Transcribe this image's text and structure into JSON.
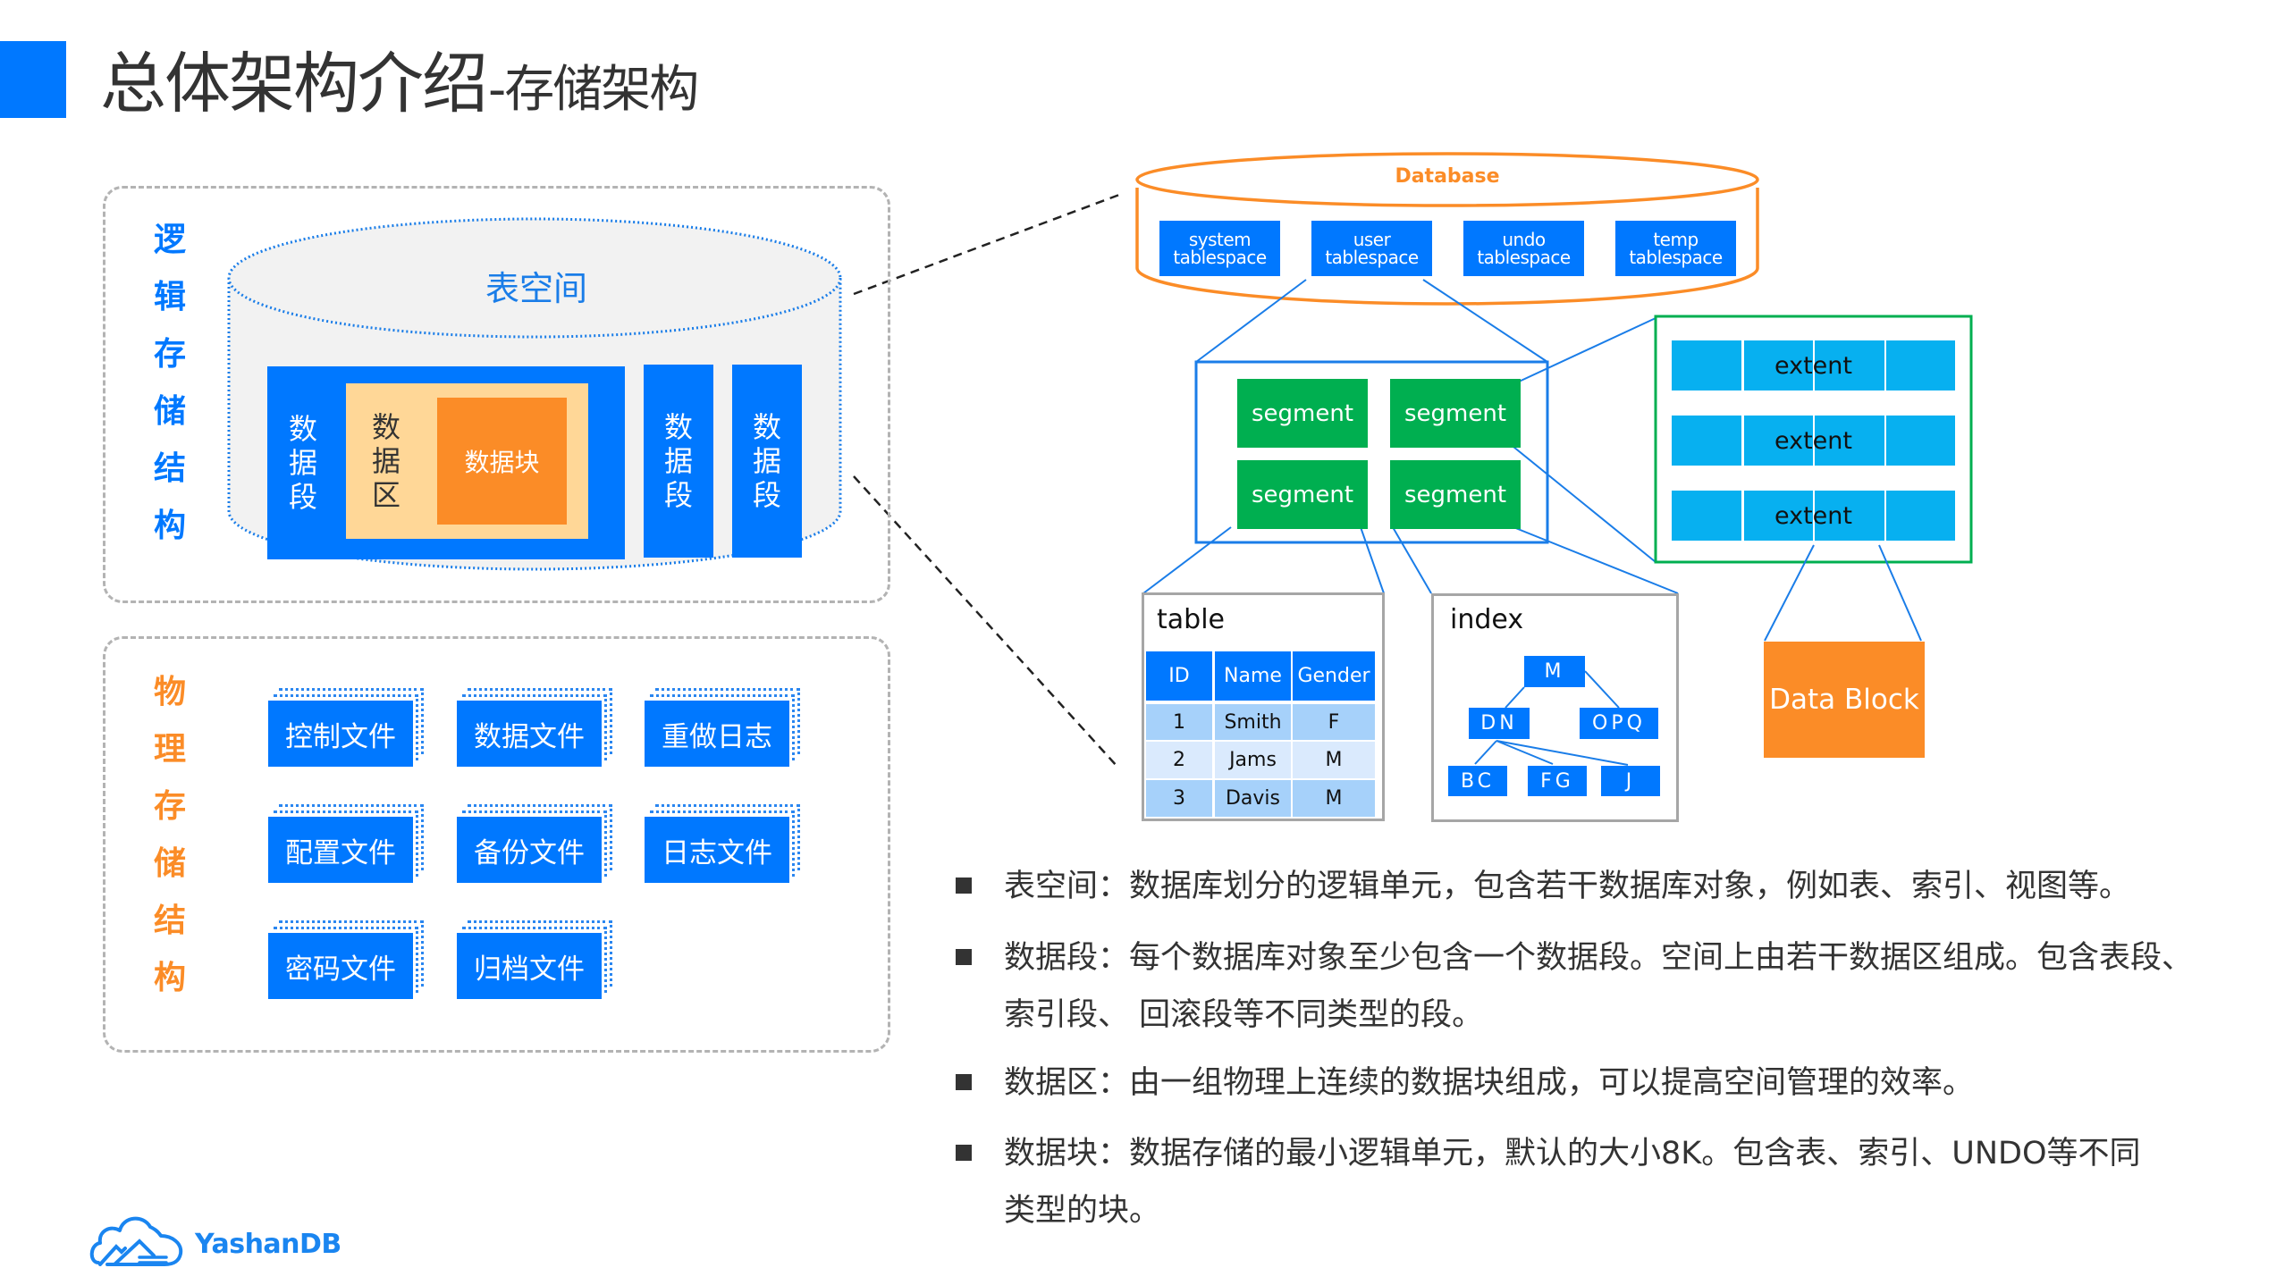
{
  "header": {
    "title_main": "总体架构介绍",
    "title_sub": "-存储架构"
  },
  "colors": {
    "accent_blue": "#0078FF",
    "orange": "#FB8C27",
    "green": "#00AF50",
    "extent_blue": "#07B0F0",
    "extent_frame_green": "#00AF50",
    "panel_border": "#B3B3B3"
  },
  "logical_panel": {
    "label_chars": [
      "逻",
      "辑",
      "存",
      "储",
      "结",
      "构"
    ],
    "tablespace_label": "表空间",
    "segment_label_chars": [
      "数",
      "据",
      "段"
    ],
    "extent_label_chars": [
      "数",
      "据",
      "区"
    ],
    "block_label": "数据块",
    "extra_segments": [
      {
        "chars": [
          "数",
          "据",
          "段"
        ]
      },
      {
        "chars": [
          "数",
          "据",
          "段"
        ]
      }
    ]
  },
  "physical_panel": {
    "label_chars": [
      "物",
      "理",
      "存",
      "储",
      "结",
      "构"
    ],
    "files": [
      "控制文件",
      "数据文件",
      "重做日志",
      "配置文件",
      "备份文件",
      "日志文件",
      "密码文件",
      "归档文件"
    ]
  },
  "database_diagram": {
    "database_label": "Database",
    "tablespaces": [
      {
        "line1": "system",
        "line2": "tablespace"
      },
      {
        "line1": "user",
        "line2": "tablespace"
      },
      {
        "line1": "undo",
        "line2": "tablespace"
      },
      {
        "line1": "temp",
        "line2": "tablespace"
      }
    ],
    "segments": [
      "segment",
      "segment",
      "segment",
      "segment"
    ],
    "extents": [
      "extent",
      "extent",
      "extent"
    ],
    "data_block_label": "Data Block",
    "table": {
      "caption": "table",
      "headers": [
        "ID",
        "Name",
        "Gender"
      ],
      "rows": [
        [
          "1",
          "Smith",
          "F"
        ],
        [
          "2",
          "Jams",
          "M"
        ],
        [
          "3",
          "Davis",
          "M"
        ]
      ]
    },
    "index": {
      "caption": "index",
      "root": "M",
      "level1": [
        "DN",
        "OPQ"
      ],
      "level2": [
        "BC",
        "FG",
        "J"
      ]
    }
  },
  "bullets": [
    {
      "lines": [
        "表空间：数据库划分的逻辑单元，包含若干数据库对象，例如表、索引、视图等。"
      ]
    },
    {
      "lines": [
        "数据段：每个数据库对象至少包含一个数据段。空间上由若干数据区组成。包含表段、",
        "索引段、 回滚段等不同类型的段。"
      ]
    },
    {
      "lines": [
        "数据区：由一组物理上连续的数据块组成，可以提高空间管理的效率。"
      ]
    },
    {
      "lines": [
        "数据块：数据存储的最小逻辑单元，默认的大小8K。包含表、索引、UNDO等不同",
        "类型的块。"
      ]
    }
  ],
  "footer": {
    "logo_text": "YashanDB"
  }
}
